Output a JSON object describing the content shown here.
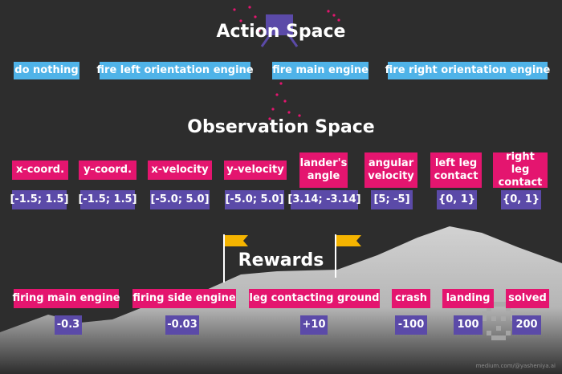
{
  "action_space": {
    "title": "Action Space",
    "actions": [
      "do nothing",
      "fire left orientation engine",
      "fire main engine",
      "fire right orientation engine"
    ]
  },
  "observation_space": {
    "title": "Observation Space",
    "items": [
      {
        "name": "x-coord.",
        "range": "[-1.5; 1.5]"
      },
      {
        "name": "y-coord.",
        "range": "[-1.5; 1.5]"
      },
      {
        "name": "x-velocity",
        "range": "[-5.0; 5.0]"
      },
      {
        "name": "y-velocity",
        "range": "[-5.0; 5.0]"
      },
      {
        "name": "lander's angle",
        "range": "[3.14; -3.14]"
      },
      {
        "name": "angular velocity",
        "range": "[5; -5]"
      },
      {
        "name": "left leg contact",
        "range": "{0, 1}"
      },
      {
        "name": "right leg contact",
        "range": "{0, 1}"
      }
    ]
  },
  "rewards": {
    "title": "Rewards",
    "items": [
      {
        "name": "firing main engine",
        "value": "-0.3"
      },
      {
        "name": "firing side engine",
        "value": "-0.03"
      },
      {
        "name": "leg contacting ground",
        "value": "+10"
      },
      {
        "name": "crash",
        "value": "-100"
      },
      {
        "name": "landing",
        "value": "100"
      },
      {
        "name": "solved",
        "value": "200"
      }
    ]
  },
  "watermark": "medium.com/@yasheniya.ai",
  "colors": {
    "background": "#2d2d2d",
    "action": "#4fb3e8",
    "label": "#e4156f",
    "value": "#5b4aa8",
    "flag": "#f5b400",
    "terrain": "#cfcfcf"
  }
}
